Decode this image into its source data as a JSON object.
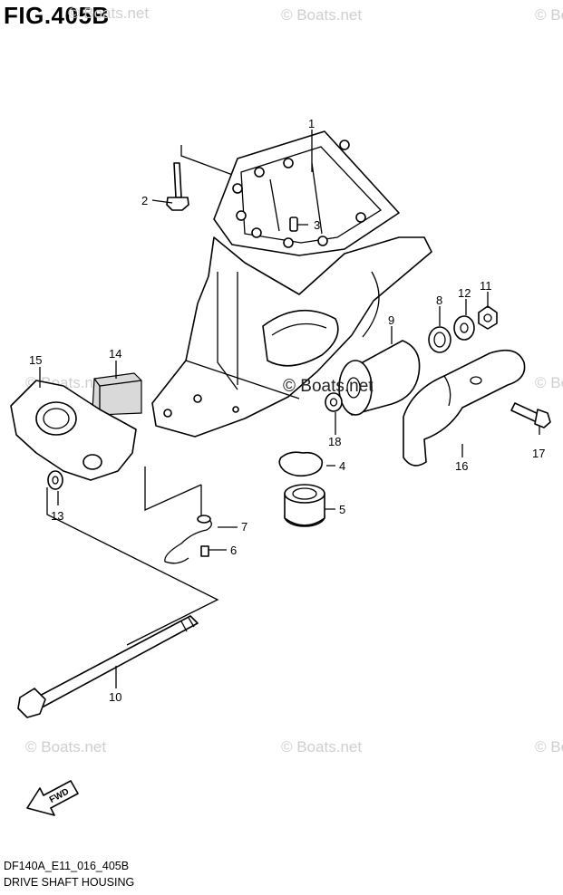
{
  "figure": {
    "title": "FIG.405B",
    "code": "DF140A_E11_016_405B",
    "subtitle": "DRIVE SHAFT HOUSING"
  },
  "watermark": {
    "text": "© Boats.net"
  },
  "fwd_label": "FWD",
  "callouts": [
    "1",
    "2",
    "3",
    "4",
    "5",
    "6",
    "7",
    "8",
    "9",
    "10",
    "11",
    "12",
    "13",
    "14",
    "15",
    "16",
    "17",
    "18"
  ]
}
